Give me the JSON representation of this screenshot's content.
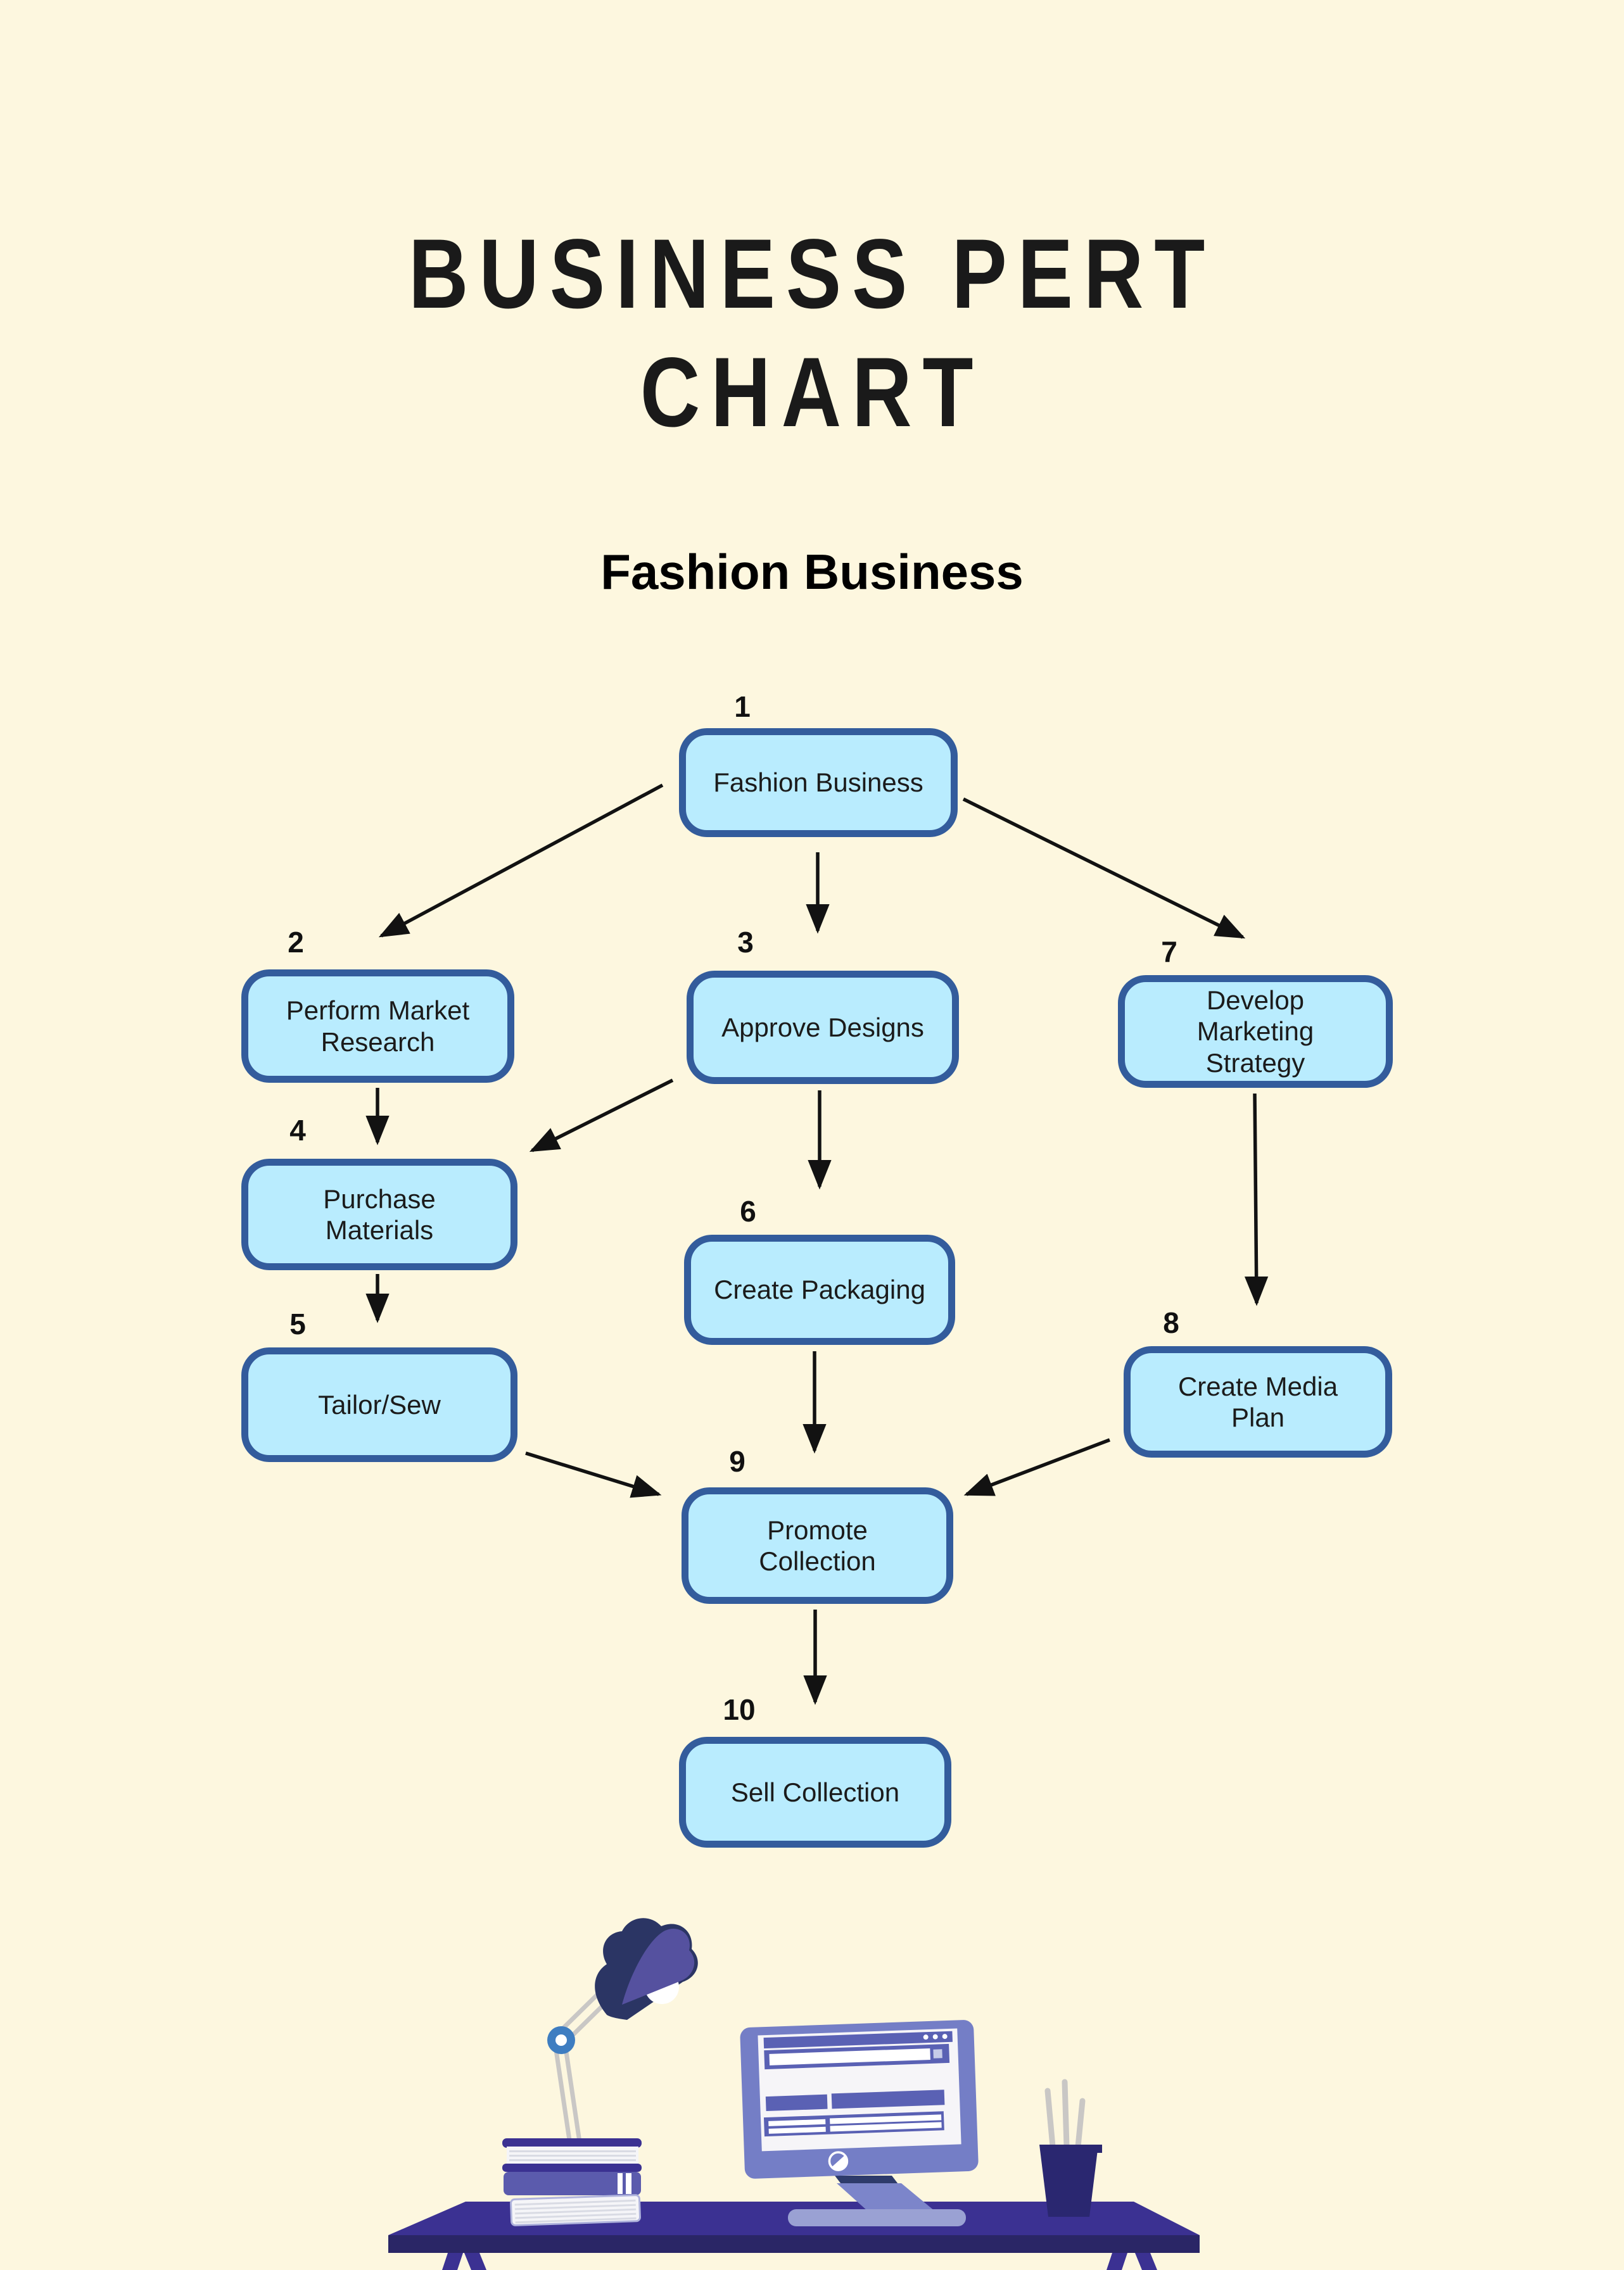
{
  "title": {
    "line1": "BUSINESS PERT",
    "line2": "CHART"
  },
  "subtitle": "Fashion Business",
  "nodes": [
    {
      "id": "1",
      "label": "Fashion Business"
    },
    {
      "id": "2",
      "label": "Perform Market Research"
    },
    {
      "id": "3",
      "label": "Approve Designs"
    },
    {
      "id": "4",
      "label": "Purchase Materials"
    },
    {
      "id": "5",
      "label": "Tailor/Sew"
    },
    {
      "id": "6",
      "label": "Create Packaging"
    },
    {
      "id": "7",
      "label": "Develop Marketing Strategy"
    },
    {
      "id": "8",
      "label": "Create Media Plan"
    },
    {
      "id": "9",
      "label": "Promote Collection"
    },
    {
      "id": "10",
      "label": "Sell Collection"
    }
  ],
  "edges": [
    {
      "from": "1",
      "to": "2"
    },
    {
      "from": "1",
      "to": "3"
    },
    {
      "from": "1",
      "to": "7"
    },
    {
      "from": "2",
      "to": "4"
    },
    {
      "from": "3",
      "to": "4"
    },
    {
      "from": "3",
      "to": "6"
    },
    {
      "from": "7",
      "to": "8"
    },
    {
      "from": "4",
      "to": "5"
    },
    {
      "from": "5",
      "to": "9"
    },
    {
      "from": "6",
      "to": "9"
    },
    {
      "from": "8",
      "to": "9"
    },
    {
      "from": "9",
      "to": "10"
    }
  ],
  "icons": {
    "desk": "desk-illustration",
    "lamp": "desk-lamp-icon",
    "books": "book-stack-icon",
    "monitor": "computer-monitor-icon",
    "pen_cup": "pen-cup-icon"
  },
  "palette": {
    "background": "#FDF7DF",
    "title_text": "#1A1A1A",
    "node_fill": "#B9ECFE",
    "node_border": "#335C9C",
    "node_text": "#1B1B1B",
    "number_text": "#111111",
    "arrow": "#121212",
    "desk_top": "#3B3192",
    "desk_front": "#2A2666",
    "monitor_frame": "#747EC6",
    "monitor_screen": "#F6F5F8",
    "monitor_accent": "#5A61B4",
    "monitor_light": "#C6CBE8",
    "lamp_shade_dark": "#2B3564",
    "lamp_shade_light": "#55519F",
    "lamp_arm": "#C9C7C5",
    "lamp_joint": "#3E7DC1",
    "book_dark": "#3B3192",
    "book_mid": "#5B5BAD",
    "book_pages": "#F5F5F8",
    "page_stripe": "#D9DBE4",
    "pen_cup": "#2A2770",
    "stand_dark": "#2E3B6B",
    "stand_neck": "#7C85CA",
    "stand_base": "#9AA1D3",
    "bulb": "#FFFFFF"
  }
}
